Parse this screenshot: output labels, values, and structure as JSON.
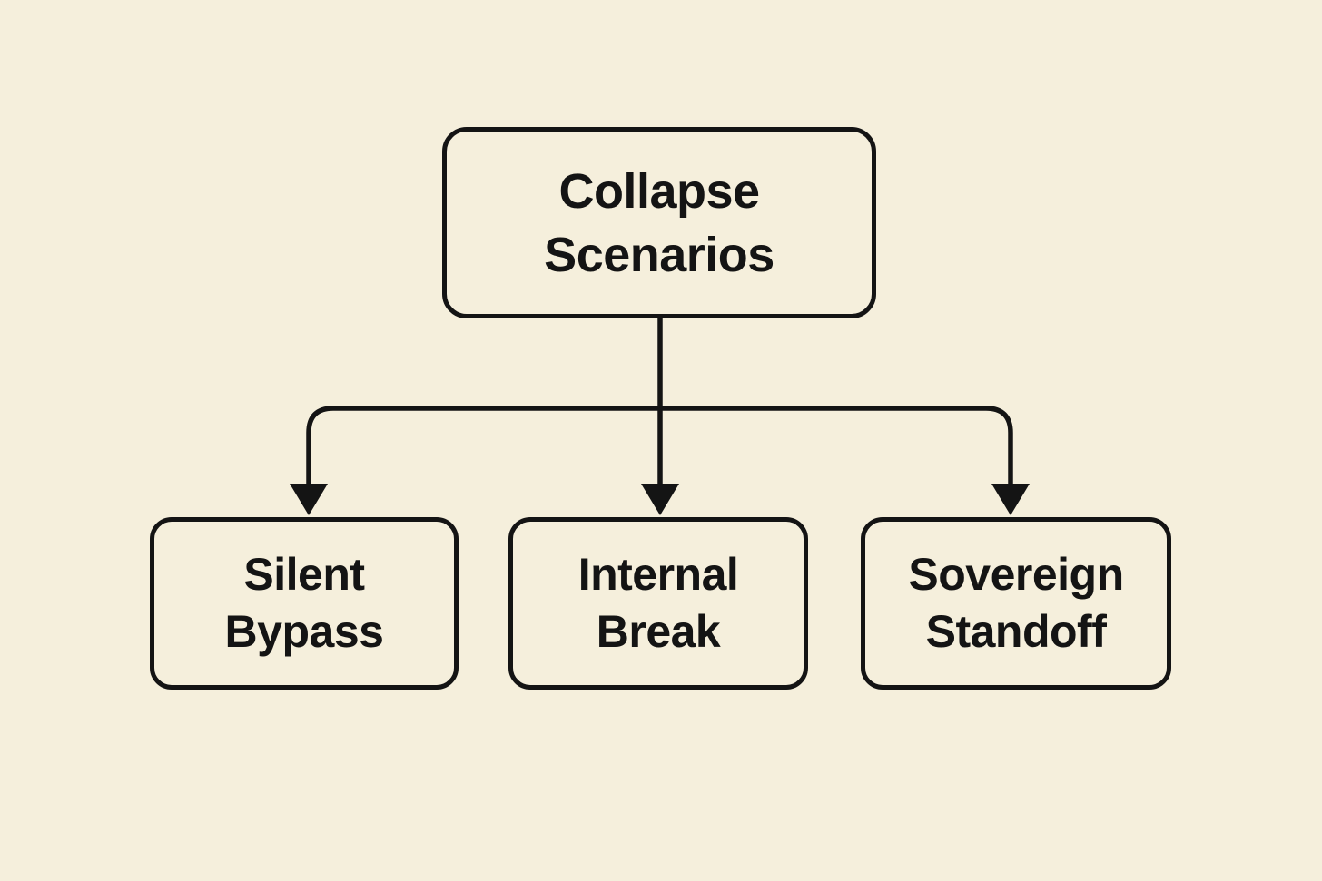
{
  "diagram": {
    "title": "Collapse Scenarios flowchart",
    "root": {
      "label": "Collapse\nScenarios"
    },
    "children": [
      {
        "label": "Silent\nBypass"
      },
      {
        "label": "Internal\nBreak"
      },
      {
        "label": "Sovereign\nStandoff"
      }
    ],
    "edges": [
      {
        "from": "Collapse Scenarios",
        "to": "Silent Bypass",
        "arrow": "down"
      },
      {
        "from": "Collapse Scenarios",
        "to": "Internal Break",
        "arrow": "down"
      },
      {
        "from": "Collapse Scenarios",
        "to": "Sovereign Standoff",
        "arrow": "down"
      }
    ]
  },
  "colors": {
    "background": "#f5efdc",
    "stroke": "#141414",
    "text": "#141414"
  }
}
